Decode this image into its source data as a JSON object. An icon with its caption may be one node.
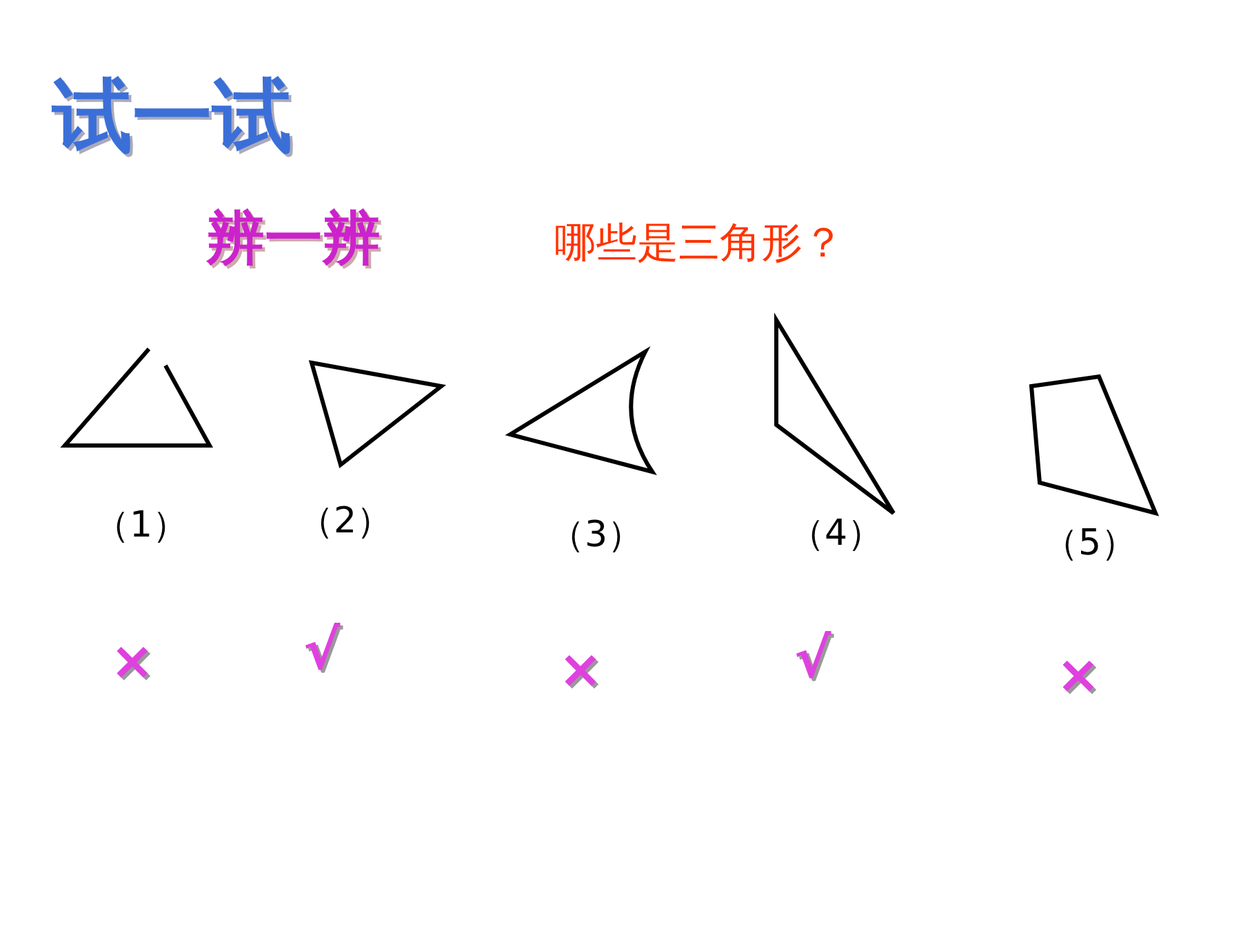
{
  "diagram": {
    "title": "试一试",
    "labels": [
      "辨一辨",
      "哪些是三角形？",
      "（1）",
      "（2）",
      "（3）",
      "（4）",
      "（5）",
      "×",
      "√",
      "×",
      "√",
      "×"
    ]
  }
}
